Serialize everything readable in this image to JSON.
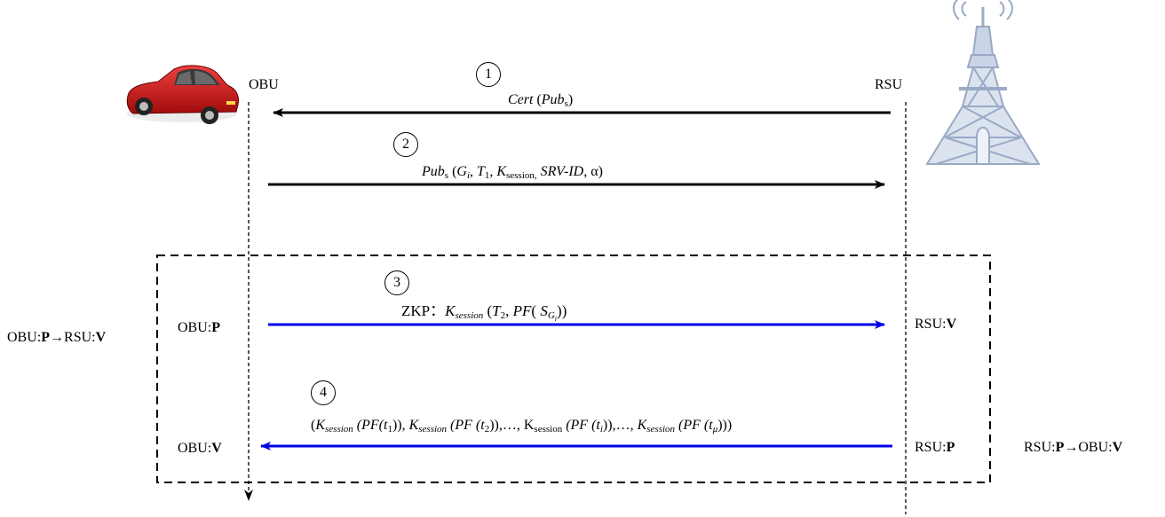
{
  "entities": {
    "obu": "OBU",
    "rsu": "RSU"
  },
  "steps": [
    {
      "num": "1",
      "head": "Cert",
      "paren_open": " (",
      "arg": "Pub",
      "arg_sub": "s",
      "paren_close": ")"
    },
    {
      "num": "2",
      "head": "Pub",
      "head_sub": "s",
      "p1": " (",
      "g": "G",
      "g_sub": "i",
      "c1": ", ",
      "t": "T",
      "t_sub": "1",
      "c2": ", ",
      "k": "K",
      "k_sub": "session,",
      "srv": " SRV-ID,",
      "alpha": " α)"
    },
    {
      "num": "3",
      "zkp": "ZKP",
      "colon": "：",
      "k": "K",
      "k_sub": "session",
      "p1": " (",
      "t": "T",
      "t_sub": "2",
      "c1": ", ",
      "pf": "PF",
      "p2": "( ",
      "s": "S",
      "s_sub": "G",
      "s_subsub": "i",
      "p3": "))"
    },
    {
      "num": "4",
      "text_a": "(",
      "k1": "K",
      "k1_sub": "session",
      "pf1": " (PF(",
      "t1": "t",
      "t1_sub": "1",
      "close1": ")), ",
      "k2": "K",
      "k2_sub": "session",
      "pf2": " (PF (",
      "t2": "t",
      "t2_sub": "2",
      "close2": ")),…, ",
      "k3": "K",
      "k3_sub": "session",
      "pf3": " (PF (",
      "ti": "t",
      "ti_sub": "i",
      "close3": ")),…, ",
      "k4": "K",
      "k4_sub": "session",
      "pf4": " (PF (",
      "tmu": "t",
      "tmu_sub": "μ",
      "close4": ")))"
    }
  ],
  "roles": {
    "obu_p": {
      "a": "OBU:",
      "b": "P"
    },
    "rsu_v": {
      "a": "RSU:",
      "b": "V"
    },
    "obu_v": {
      "a": "OBU:",
      "b": "V"
    },
    "rsu_p": {
      "a": "RSU:",
      "b": "P"
    }
  },
  "side_labels": {
    "left": {
      "a": "OBU:",
      "b": "P",
      "arrow": "→",
      "c": "RSU:",
      "d": "V"
    },
    "right": {
      "a": "RSU:",
      "b": "P",
      "arrow": "→",
      "c": "OBU:",
      "d": "V"
    }
  },
  "colors": {
    "black_arrow": "#000000",
    "blue_arrow": "#0000ee",
    "car_body": "#d01818",
    "tower": "#b9c6dd"
  }
}
